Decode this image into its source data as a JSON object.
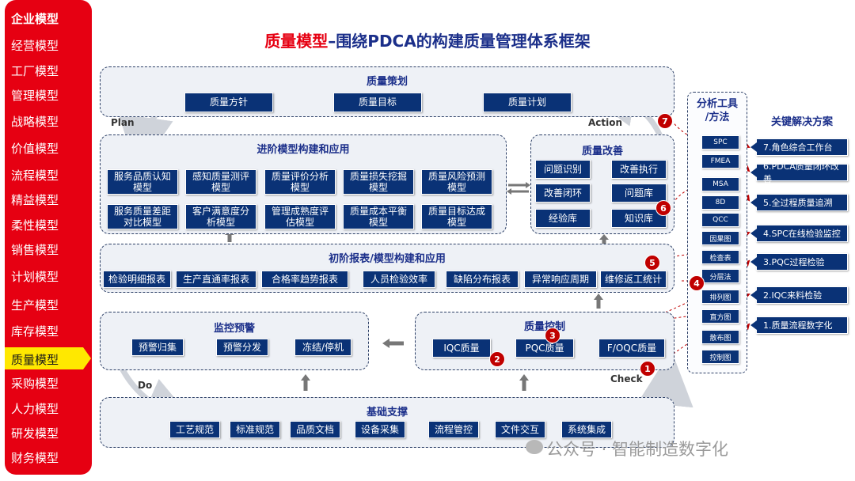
{
  "sidebar": {
    "items": [
      "企业模型",
      "经营模型",
      "工厂模型",
      "管理模型",
      "战略模型",
      "价值模型",
      "流程模型",
      "精益模型",
      "柔性模型",
      "销售模型",
      "计划模型",
      "生产模型",
      "库存模型",
      "质量模型",
      "采购模型",
      "人力模型",
      "研发模型",
      "财务模型"
    ],
    "active": "质量模型"
  },
  "title": {
    "red": "质量模型",
    "rest": "–围绕PDCA的构建质量管理体系框架"
  },
  "labels": {
    "plan": "Plan",
    "action": "Action",
    "do": "Do",
    "check": "Check"
  },
  "planning": {
    "title": "质量策划",
    "items": [
      "质量方针",
      "质量目标",
      "质量计划"
    ]
  },
  "advanced": {
    "title": "进阶模型构建和应用",
    "items": [
      "服务品质认知\n模型",
      "感知质量测评\n模型",
      "质量评价分析\n模型",
      "质量损失挖掘\n模型",
      "质量风险预测\n模型",
      "服务质量差距\n对比模型",
      "客户满意度分\n析模型",
      "管理成熟度评\n估模型",
      "质量成本平衡\n模型",
      "质量目标达成\n模型"
    ]
  },
  "improve": {
    "title": "质量改善",
    "items": [
      "问题识别",
      "改善执行",
      "改善闭环",
      "问题库",
      "经验库",
      "知识库"
    ]
  },
  "basic_reports": {
    "title": "初阶报表/模型构建和应用",
    "items": [
      "检验明细报表",
      "生产直通率报表",
      "合格率趋势报表",
      "人员检验效率",
      "缺陷分布报表",
      "异常响应周期",
      "维修返工统计"
    ]
  },
  "monitor": {
    "title": "监控预警",
    "items": [
      "预警归集",
      "预警分发",
      "冻结/停机"
    ]
  },
  "control": {
    "title": "质量控制",
    "items": [
      "IQC质量",
      "PQC质量",
      "F/OQC质量"
    ]
  },
  "foundation": {
    "title": "基础支撑",
    "items": [
      "工艺规范",
      "标准规范",
      "品质文档",
      "设备采集",
      "流程管控",
      "文件交互",
      "系统集成"
    ]
  },
  "tools": {
    "title": "分析工具\n/方法",
    "items": [
      "SPC",
      "FMEA",
      "MSA",
      "8D",
      "QCC",
      "因果图",
      "检查表",
      "分层法",
      "排列图",
      "直方图",
      "散布图",
      "控制图"
    ]
  },
  "solutions": {
    "title": "关键解决方案",
    "items": [
      "7.角色综合工作台",
      "6.PDCA质量闭环改善",
      "5.全过程质量追溯",
      "4.SPC在线检验监控",
      "3.PQC过程检验",
      "2.IQC来料检验",
      "1.质量流程数字化"
    ]
  },
  "badges": [
    "1",
    "2",
    "3",
    "4",
    "5",
    "6",
    "7"
  ],
  "watermark": "公众号 · 智能制造数字化",
  "colors": {
    "sidebar": "#e60012",
    "active": "#ffe800",
    "box": "#0a3276",
    "title": "#1b2f8a",
    "badge": "#c00000"
  }
}
